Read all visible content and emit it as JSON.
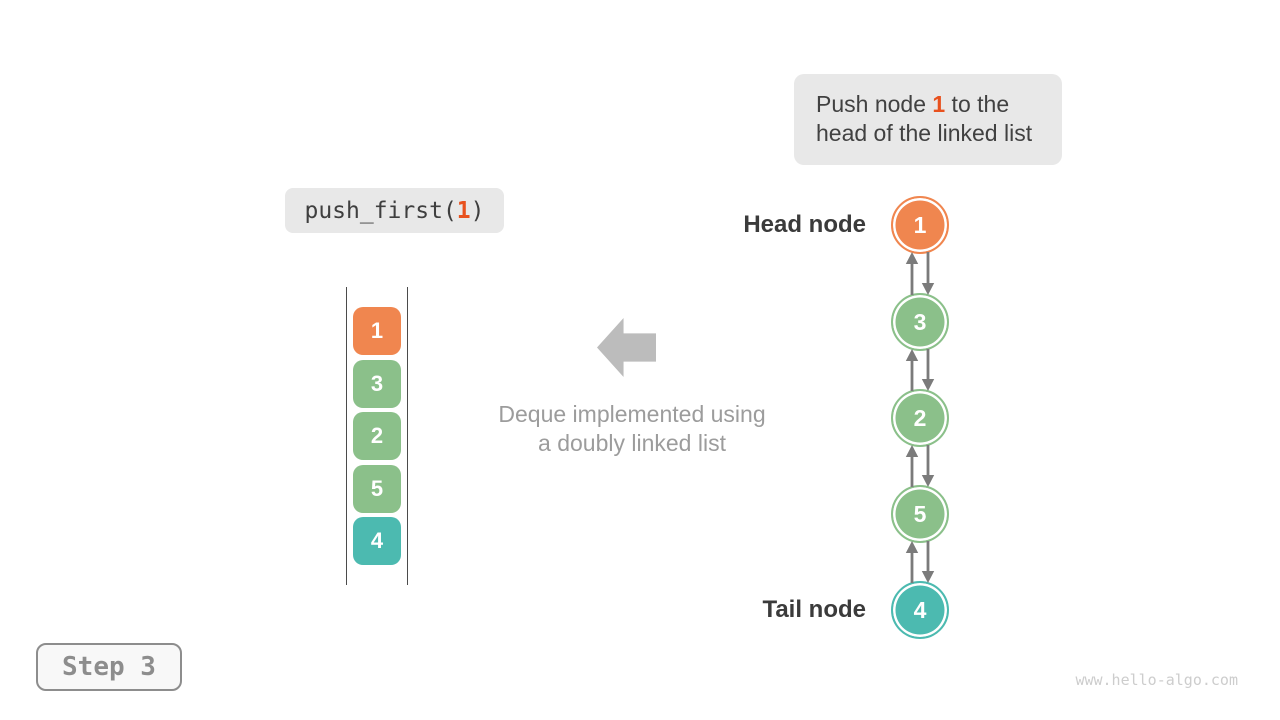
{
  "annotation": {
    "text_pre": "Push node ",
    "highlight": "1",
    "text_post": " to the head of the linked list"
  },
  "operation": {
    "prefix": "push_first(",
    "arg": "1",
    "suffix": ")"
  },
  "stack": {
    "items": [
      {
        "value": "1",
        "color": "#F0864F"
      },
      {
        "value": "3",
        "color": "#8BC08A"
      },
      {
        "value": "2",
        "color": "#8BC08A"
      },
      {
        "value": "5",
        "color": "#8BC08A"
      },
      {
        "value": "4",
        "color": "#4CBAB0"
      }
    ]
  },
  "caption": {
    "line1": "Deque implemented using",
    "line2": "a doubly linked list"
  },
  "linked_list": {
    "head_label": "Head node",
    "tail_label": "Tail node",
    "nodes": [
      {
        "value": "1",
        "color": "#F0864F"
      },
      {
        "value": "3",
        "color": "#8BC08A"
      },
      {
        "value": "2",
        "color": "#8BC08A"
      },
      {
        "value": "5",
        "color": "#8BC08A"
      },
      {
        "value": "4",
        "color": "#4CBAB0"
      }
    ]
  },
  "step": {
    "label": "Step 3"
  },
  "watermark": "www.hello-algo.com",
  "palette": {
    "orange": "#F0864F",
    "green": "#8BC08A",
    "teal": "#4CBAB0",
    "highlight": "#E8511E",
    "box_gray": "#E8E8E8",
    "arrow_gray": "#7B7B7B",
    "block_arrow_gray": "#BCBCBC"
  }
}
